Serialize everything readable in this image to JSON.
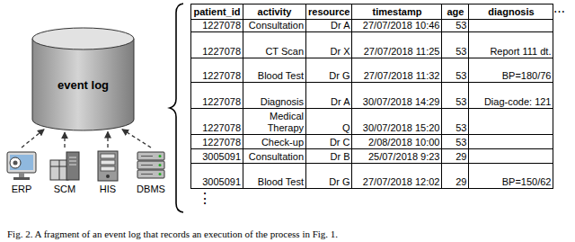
{
  "diagram": {
    "caption": "Fig. 2. A fragment of an event log that records an execution of the process in Fig. 1.",
    "nodes": [
      {
        "text": [
          "event log"
        ]
      },
      {
        "text": [
          "ERP"
        ]
      },
      {
        "text": [
          "SCM"
        ]
      },
      {
        "text": [
          "HIS"
        ]
      },
      {
        "text": [
          "DBMS"
        ]
      }
    ],
    "edges": [
      {
        "from": 1,
        "to": 0,
        "arrow": "to"
      },
      {
        "from": 2,
        "to": 0,
        "arrow": "to"
      },
      {
        "from": 3,
        "to": 0,
        "arrow": "to"
      },
      {
        "from": 4,
        "to": 0,
        "arrow": "to"
      }
    ],
    "labels": [
      "patient_id",
      "activity",
      "resource",
      "timestamp",
      "age",
      "diagnosis",
      "⋯",
      "1227078",
      "Consultation",
      "Dr A",
      "27/07/2018 10:46",
      "53",
      "1227078",
      "CT Scan",
      "Dr X",
      "27/07/2018 11:25",
      "53",
      "Report 111 dt.",
      "1227078",
      "Blood Test",
      "Dr G",
      "27/07/2018 11:32",
      "53",
      "BP=180/76",
      "1227078",
      "Diagnosis",
      "Dr A",
      "30/07/2018 14:29",
      "53",
      "Diag-code: 121",
      "1227078",
      "Medical Therapy",
      "Q",
      "30/07/2018 15:20",
      "53",
      "1227078",
      "Check-up",
      "Dr C",
      "2/08/2018 10:00",
      "53",
      "3005091",
      "Consultation",
      "Dr B",
      "25/07/2018 9:23",
      "29",
      "3005091",
      "Blood Test",
      "Dr G",
      "27/07/2018 12:02",
      "29",
      "BP=150/62",
      "⋮"
    ]
  }
}
